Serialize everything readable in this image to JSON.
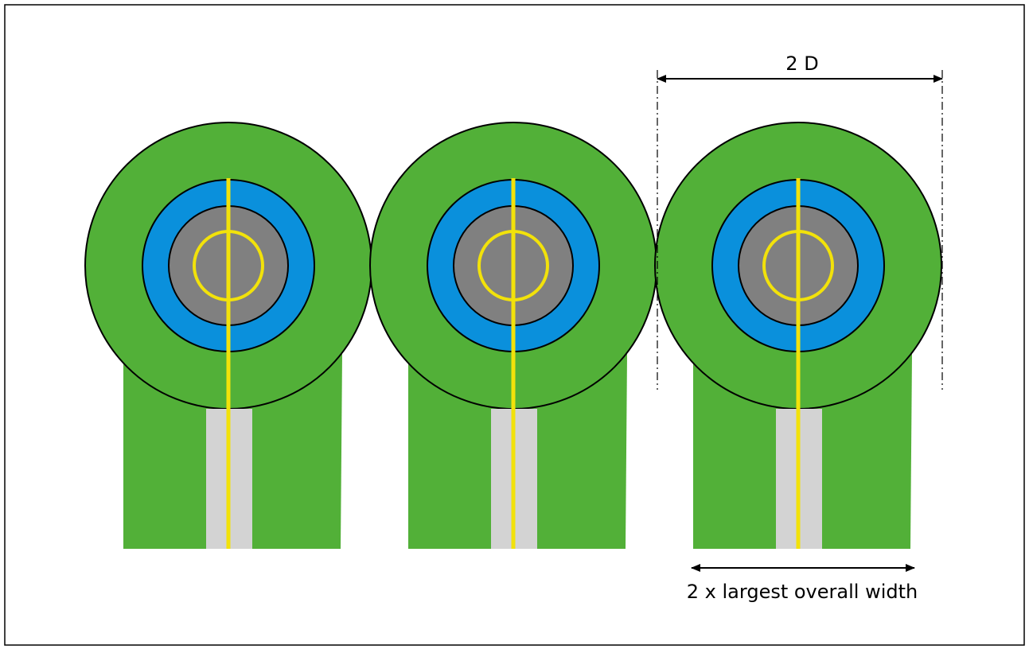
{
  "diagram": {
    "cable_count": 3,
    "colors": {
      "outer_sheath": "#52b038",
      "insulation": "#0a90dc",
      "core": "#808080",
      "core_marker": "#f2e20a",
      "center_strip": "#d3d3d3",
      "outline": "#000000"
    },
    "dimensions": {
      "spacing_label": "2 D",
      "width_label": "2 x largest overall width"
    }
  }
}
